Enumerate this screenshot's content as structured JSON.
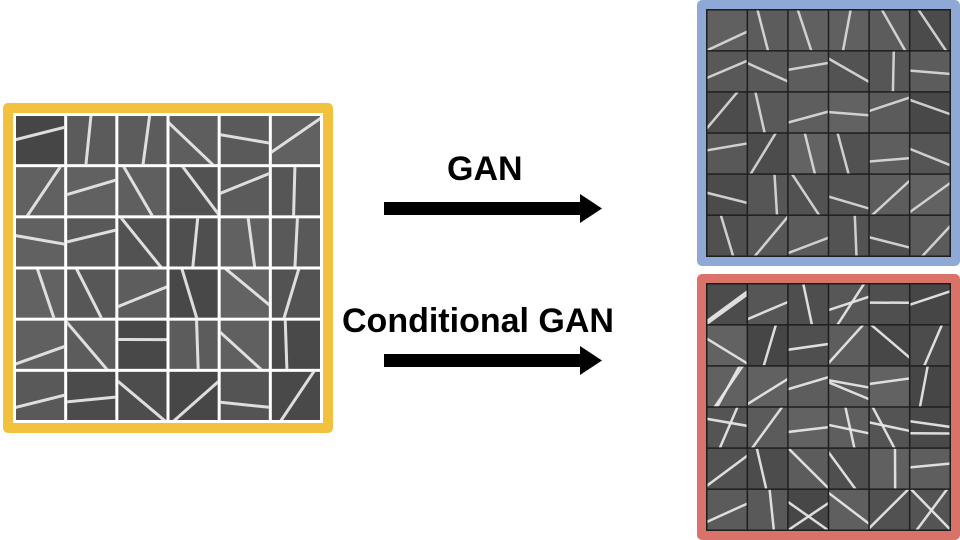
{
  "labels": {
    "gan": "GAN",
    "conditional_gan": "Conditional GAN"
  },
  "colors": {
    "input_border": "#f2c13d",
    "gan_border": "#8fa9d6",
    "cgan_border": "#d9736a",
    "tile_background": "#555555",
    "input_grid_lines": "#ffffff",
    "output_grid_lines": "#1e1e1e",
    "stripe": "#e6e6e6",
    "arrow": "#000000"
  },
  "grids": {
    "input": {
      "rows": 6,
      "cols": 6
    },
    "gan": {
      "rows": 6,
      "cols": 6
    },
    "cgan": {
      "rows": 6,
      "cols": 6
    }
  }
}
